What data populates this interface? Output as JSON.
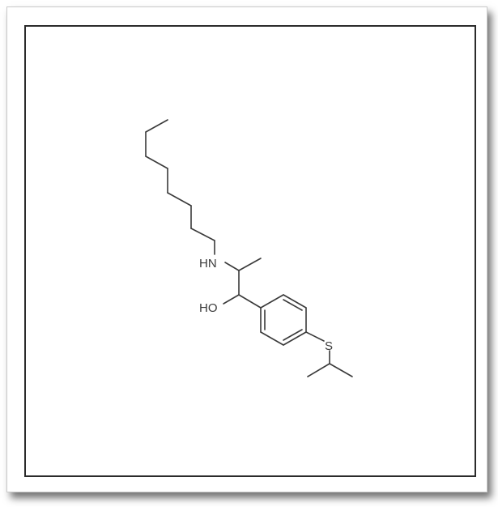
{
  "molecule": {
    "atoms": {
      "nh": "HN",
      "oh": "HO",
      "s": "S"
    },
    "colors": {
      "bond": "#3a3a3a",
      "frame": "#2b2b2b",
      "background": "#ffffff"
    }
  }
}
